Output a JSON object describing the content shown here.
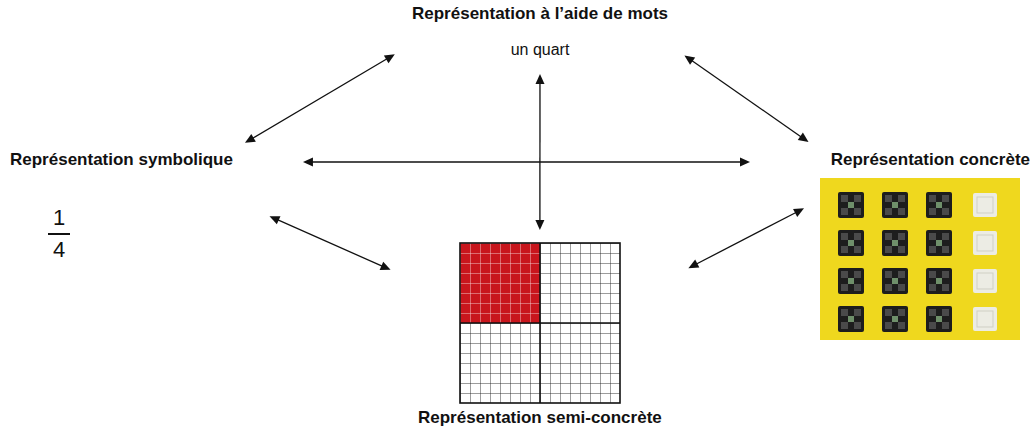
{
  "diagram": {
    "nodes": [
      {
        "text": [
          "Représentation à l’aide de mots",
          "un quart"
        ]
      },
      {
        "text": [
          "Représentation symbolique",
          "1",
          "4"
        ]
      },
      {
        "text": [
          "Représentation concrète"
        ]
      },
      {
        "text": [
          "Représentation semi-concrète"
        ]
      }
    ],
    "edges": [
      {
        "from": 0,
        "to": 1,
        "arrow": "both"
      },
      {
        "from": 0,
        "to": 2,
        "arrow": "both"
      },
      {
        "from": 0,
        "to": 3,
        "arrow": "both"
      },
      {
        "from": 1,
        "to": 2,
        "arrow": "both"
      },
      {
        "from": 1,
        "to": 3,
        "arrow": "both"
      },
      {
        "from": 2,
        "to": 3,
        "arrow": "both"
      }
    ]
  }
}
